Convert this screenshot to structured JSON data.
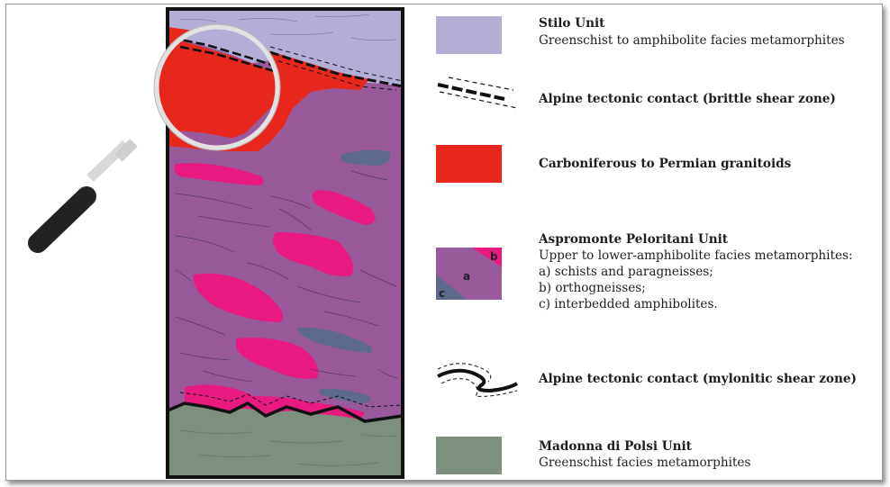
{
  "legend": {
    "stilo": {
      "title": "Stilo Unit",
      "desc": "Greenschist to amphibolite facies metamorphites",
      "color": "#b3aed6"
    },
    "brittle": {
      "title": "Alpine tectonic contact (brittle shear zone)"
    },
    "granitoids": {
      "title": "Carboniferous to Permian granitoids",
      "color": "#e8271c"
    },
    "aspromonte": {
      "title": "Aspromonte Peloritani Unit",
      "desc": "Upper to lower-amphibolite facies metamorphites:",
      "items": [
        "a) schists and paragneisses;",
        "b) orthogneisses;",
        "c) interbedded amphibolites."
      ],
      "label_a": "a",
      "label_b": "b",
      "label_c": "c",
      "color": "#985a9a",
      "ortho_color": "#e8197f",
      "amph_color": "#5d6a8e"
    },
    "mylonitic": {
      "title": "Alpine tectonic contact (mylonitic shear zone)"
    },
    "madonna": {
      "title": "Madonna di Polsi Unit",
      "desc": "Greenschist facies metamorphites",
      "color": "#7d8f7e"
    }
  }
}
